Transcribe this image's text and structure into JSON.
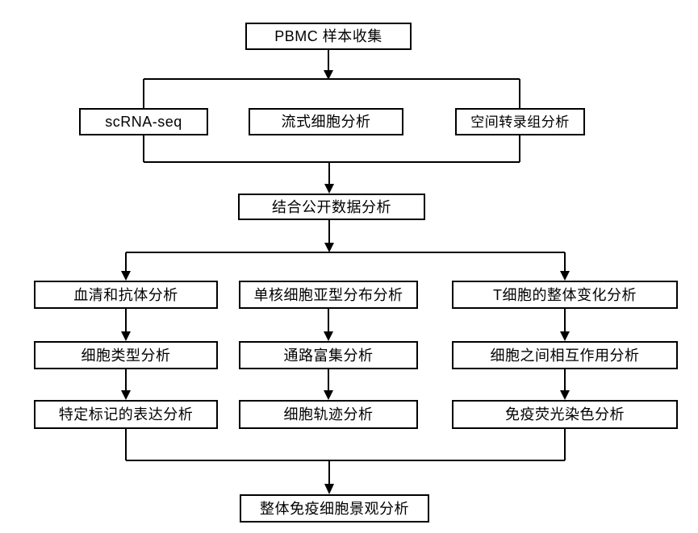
{
  "diagram": {
    "type": "flowchart",
    "background_color": "#ffffff",
    "box_fill_color": "#ffffff",
    "box_border_color": "#000000",
    "line_color": "#000000",
    "text_color": "#000000",
    "nodes": {
      "pbmc": "PBMC 样本收集",
      "scrna": "scRNA-seq",
      "flow": "流式细胞分析",
      "spatial": "空间转录组分析",
      "combined": "结合公开数据分析",
      "serum": "血清和抗体分析",
      "celltype": "细胞类型分析",
      "marker": "特定标记的表达分析",
      "mono": "单核细胞亚型分布分析",
      "pathway": "通路富集分析",
      "trajectory": "细胞轨迹分析",
      "tcell": "T细胞的整体变化分析",
      "interaction": "细胞之间相互作用分析",
      "immunofluor": "免疫荧光染色分析",
      "final": "整体免疫细胞景观分析"
    },
    "edges": [
      [
        "pbmc",
        "scrna"
      ],
      [
        "pbmc",
        "flow"
      ],
      [
        "pbmc",
        "spatial"
      ],
      [
        "scrna",
        "combined"
      ],
      [
        "flow",
        "combined"
      ],
      [
        "spatial",
        "combined"
      ],
      [
        "combined",
        "serum"
      ],
      [
        "combined",
        "mono"
      ],
      [
        "combined",
        "tcell"
      ],
      [
        "serum",
        "celltype"
      ],
      [
        "celltype",
        "marker"
      ],
      [
        "mono",
        "pathway"
      ],
      [
        "pathway",
        "trajectory"
      ],
      [
        "tcell",
        "interaction"
      ],
      [
        "interaction",
        "immunofluor"
      ],
      [
        "marker",
        "final"
      ],
      [
        "trajectory",
        "final"
      ],
      [
        "immunofluor",
        "final"
      ]
    ]
  }
}
